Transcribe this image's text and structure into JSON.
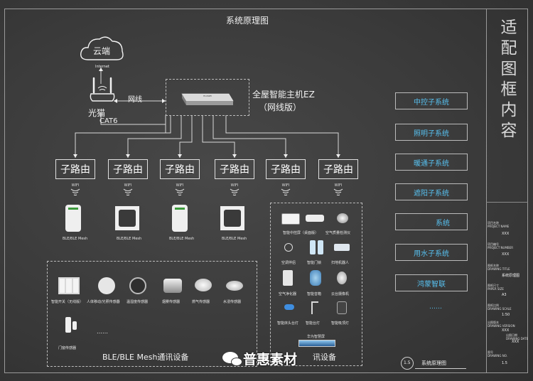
{
  "title": "系统原理图",
  "cloud": {
    "label": "云端",
    "link_label": "Internet"
  },
  "modem": {
    "label": "光猫",
    "link_label": "网线",
    "cable_label": "CAT6"
  },
  "host": {
    "line1": "全屋智能主机EZ",
    "line2": "（网线版）",
    "device_text": "HUAWEI"
  },
  "routers": [
    {
      "label": "子路由",
      "wifi": "WIFI"
    },
    {
      "label": "子路由",
      "wifi": "WIFI"
    },
    {
      "label": "子路由",
      "wifi": "WIFI"
    },
    {
      "label": "子路由",
      "wifi": "WIFI"
    },
    {
      "label": "子路由",
      "wifi": "WIFI"
    },
    {
      "label": "子路由",
      "wifi": "WIFI"
    }
  ],
  "gateways": [
    {
      "label": "BLE/BLE Mesh",
      "icon": "plug-gateway-icon"
    },
    {
      "label": "BLE/BLE Mesh",
      "icon": "panel-gateway-icon"
    },
    {
      "label": "BLE/BLE Mesh",
      "icon": "plug-gateway-icon"
    },
    {
      "label": "BLE/BLE Mesh",
      "icon": "panel-gateway-icon"
    }
  ],
  "ble_group": {
    "title": "BLE/BLE Mesh通讯设备",
    "devices": [
      {
        "label": "智能开关（无线版）",
        "icon": "wall-switch-icon"
      },
      {
        "label": "人体移动/光照传感器",
        "icon": "motion-sensor-icon"
      },
      {
        "label": "温湿度传感器",
        "icon": "thermo-sensor-icon"
      },
      {
        "label": "烟雾传感器",
        "icon": "smoke-sensor-icon"
      },
      {
        "label": "燃气传感器",
        "icon": "gas-sensor-icon"
      },
      {
        "label": "水浸传感器",
        "icon": "water-sensor-icon"
      },
      {
        "label": "门窗传感器",
        "icon": "door-sensor-icon"
      }
    ],
    "ellipsis": "……"
  },
  "wifi_group": {
    "title": "讯设备",
    "devices": [
      {
        "label": "智能中控屏（桌面版）",
        "icon": "control-screen-icon"
      },
      {
        "label": "空气质量检测仪",
        "icon": "air-monitor-icon"
      },
      {
        "label": "空调伴侣",
        "icon": "ac-companion-icon"
      },
      {
        "label": "智能门锁",
        "icon": "door-lock-icon"
      },
      {
        "label": "扫地机器人",
        "icon": "robot-vacuum-icon"
      },
      {
        "label": "空气净化器",
        "icon": "air-purifier-icon"
      },
      {
        "label": "智能音箱",
        "icon": "smart-speaker-icon"
      },
      {
        "label": "云台摄像机",
        "icon": "camera-icon"
      },
      {
        "label": "智能床头台灯",
        "icon": "bedside-lamp-icon"
      },
      {
        "label": "智能台灯",
        "icon": "desk-lamp-icon"
      },
      {
        "label": "智能吸顶灯",
        "icon": "ceiling-lamp-icon"
      },
      {
        "label": "华为智慧屏",
        "icon": "smart-screen-icon"
      }
    ]
  },
  "subsystems": [
    "中控子系统",
    "照明子系统",
    "暖通子系统",
    "遮阳子系统",
    "系统",
    "用水子系统",
    "鸿蒙智联",
    "……"
  ],
  "side_title": [
    "适",
    "配",
    "图",
    "框",
    "内",
    "容"
  ],
  "title_block": [
    {
      "label": "项目名称\nPROJECT NAME",
      "value": "XXX"
    },
    {
      "label": "项目编号\nPROJECT NUMBER",
      "value": "XXX"
    },
    {
      "label": "图纸名称\nDRAWING TITLE",
      "value": "系统原理图"
    },
    {
      "label": "图纸尺寸\nPAPER SIZE",
      "value": "A3"
    },
    {
      "label": "图纸比例\nDRAWING SCALE",
      "value": "1:50"
    },
    {
      "label": "出图版本\nDRAWING VERSION",
      "value": "XXX"
    },
    {
      "label": "出图日期\nDRAWING DATE",
      "value": "XXX"
    },
    {
      "label": "图号\nDRAWING NO.",
      "value": "1.5"
    }
  ],
  "footer": {
    "number": "1.5",
    "title": "系统原理图",
    "watermark": "普惠素材"
  }
}
